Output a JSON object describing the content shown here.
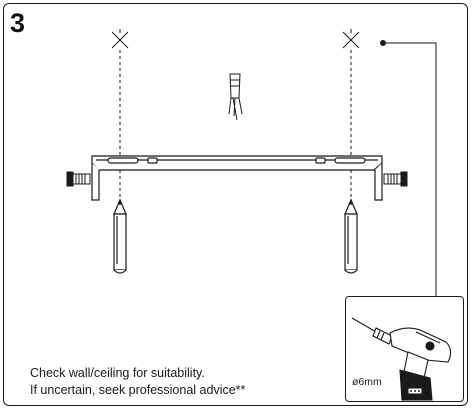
{
  "step_number": "3",
  "note": {
    "line1": "Check wall/ceiling for suitability.",
    "line2": "If uncertain, seek professional advice**"
  },
  "drill": {
    "bit_size": "ø6mm"
  },
  "icons": {
    "anchor": "wall-anchor-icon",
    "pencil": "pencil-icon",
    "screw": "screw-icon",
    "drill": "drill-icon",
    "mark": "drill-mark-icon"
  }
}
